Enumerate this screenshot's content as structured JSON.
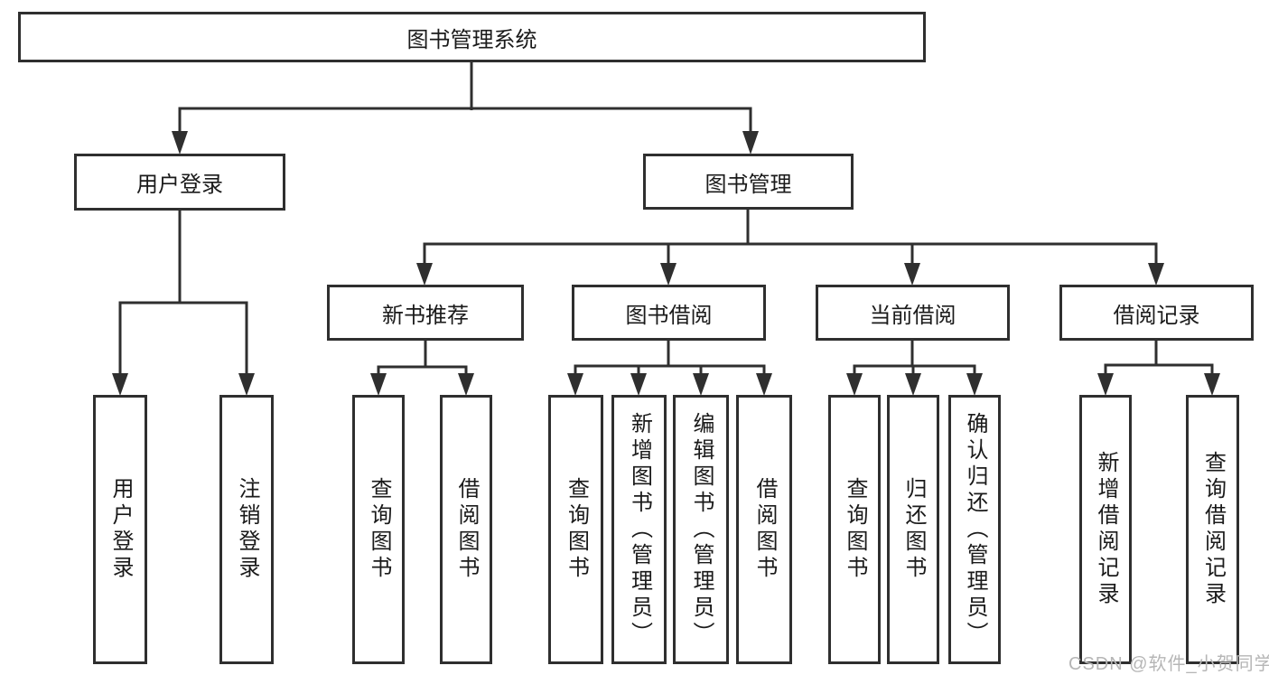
{
  "diagram_title": "图书管理系统",
  "tree": {
    "root": {
      "label": "图书管理系统",
      "children": [
        {
          "label": "用户登录",
          "children": [
            {
              "label": "用户登录"
            },
            {
              "label": "注销登录"
            }
          ]
        },
        {
          "label": "图书管理",
          "children": [
            {
              "label": "新书推荐",
              "children": [
                {
                  "label": "查询图书"
                },
                {
                  "label": "借阅图书"
                }
              ]
            },
            {
              "label": "图书借阅",
              "children": [
                {
                  "label": "查询图书"
                },
                {
                  "label": "新增图书（管理员）"
                },
                {
                  "label": "编辑图书（管理员）"
                },
                {
                  "label": "借阅图书"
                }
              ]
            },
            {
              "label": "当前借阅",
              "children": [
                {
                  "label": "查询图书"
                },
                {
                  "label": "归还图书"
                },
                {
                  "label": "确认归还（管理员）"
                }
              ]
            },
            {
              "label": "借阅记录",
              "children": [
                {
                  "label": "新增借阅记录"
                },
                {
                  "label": "查询借阅记录"
                }
              ]
            }
          ]
        }
      ]
    }
  },
  "watermark": {
    "text": "CSDN @软件_小贺同学"
  },
  "colors": {
    "line": "#2f2f2f",
    "box_border": "#2f2f2f",
    "text": "#1a1a1a",
    "background": "#ffffff",
    "watermark": "#b6b6b6"
  }
}
